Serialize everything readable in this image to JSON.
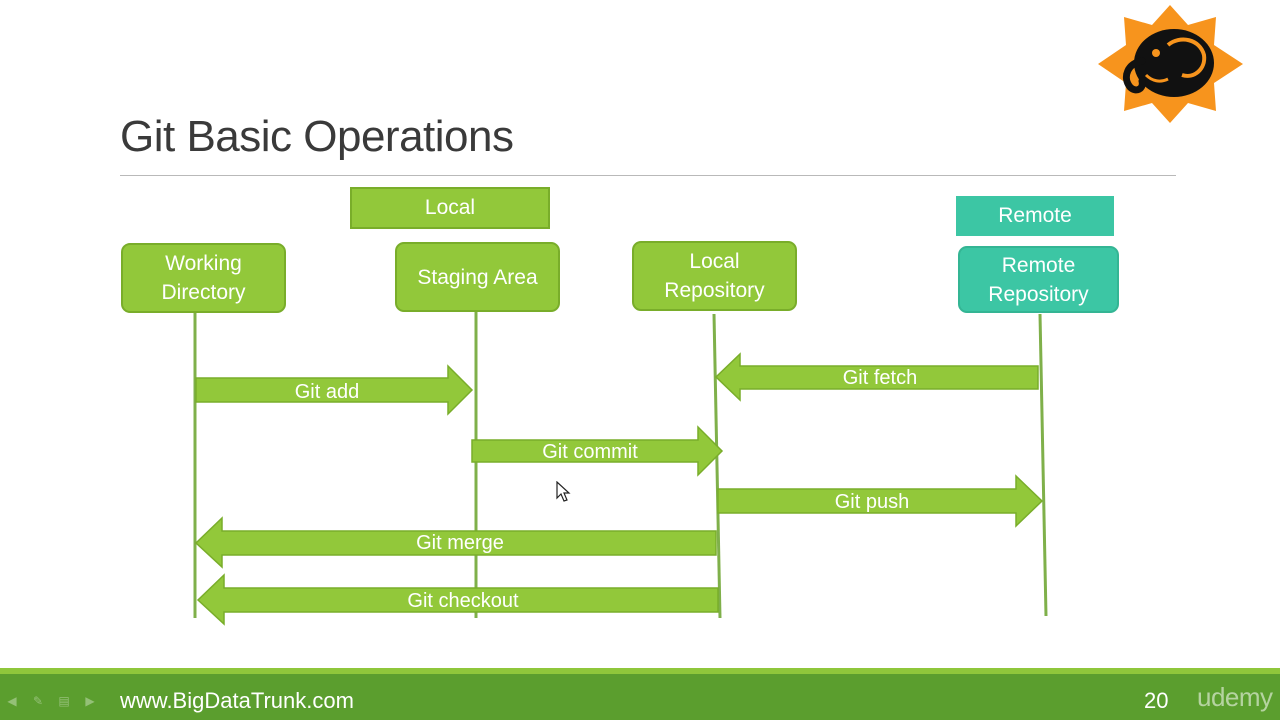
{
  "slide": {
    "title": "Git Basic Operations",
    "footer_url": "www.BigDataTrunk.com",
    "page_number": "20",
    "watermark": "udemy",
    "logo_icon": "elephant-logo-icon"
  },
  "groups": {
    "local": "Local",
    "remote": "Remote"
  },
  "nodes": [
    {
      "label": "Working\nDirectory"
    },
    {
      "label": "Staging Area"
    },
    {
      "label": "Local\nRepository"
    },
    {
      "label": "Remote\nRepository"
    }
  ],
  "arrows": [
    {
      "label": "Git add",
      "from": "Working Directory",
      "to": "Staging Area"
    },
    {
      "label": "Git fetch",
      "from": "Remote Repository",
      "to": "Local Repository"
    },
    {
      "label": "Git commit",
      "from": "Staging Area",
      "to": "Local Repository"
    },
    {
      "label": "Git push",
      "from": "Local Repository",
      "to": "Remote Repository"
    },
    {
      "label": "Git merge",
      "from": "Local Repository",
      "to": "Working Directory"
    },
    {
      "label": "Git checkout",
      "from": "Local Repository",
      "to": "Working Directory"
    }
  ],
  "colors": {
    "green": "#92c83a",
    "teal": "#3cc6a4",
    "lifeline": "#7fb04a",
    "footer": "#5b9e2e",
    "logo_orange": "#f7941d"
  }
}
